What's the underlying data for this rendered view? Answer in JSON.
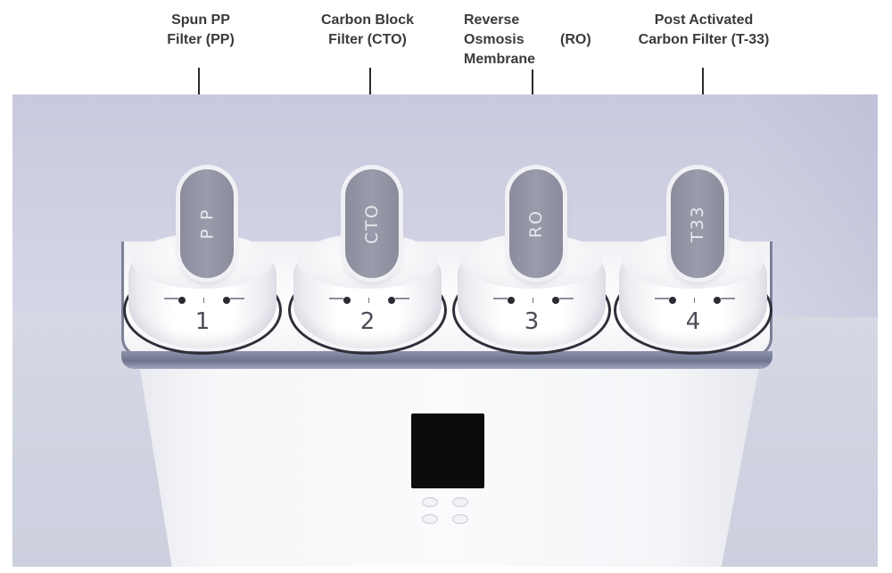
{
  "callouts": [
    {
      "id": "pp",
      "lines": [
        "Spun PP",
        "Filter (PP)"
      ],
      "knob_label": "P P",
      "position_number": "1"
    },
    {
      "id": "cto",
      "lines": [
        "Carbon Block",
        "Filter (CTO)"
      ],
      "knob_label": "CTO",
      "position_number": "2"
    },
    {
      "id": "ro",
      "lines": [
        "Reverse",
        "Osmosis",
        "Membrane"
      ],
      "suffix": "(RO)",
      "knob_label": "RO",
      "position_number": "3"
    },
    {
      "id": "t33",
      "lines": [
        "Post Activated",
        "Carbon Filter (T-33)"
      ],
      "knob_label": "T33",
      "position_number": "4"
    }
  ],
  "colors": {
    "label_text": "#3a3a3a",
    "leader_line": "#2a2a2a",
    "handle": "#9a9cac",
    "background": "#d0d1e3",
    "display": "#0b0c0e"
  },
  "device": {
    "display_buttons": 4
  }
}
